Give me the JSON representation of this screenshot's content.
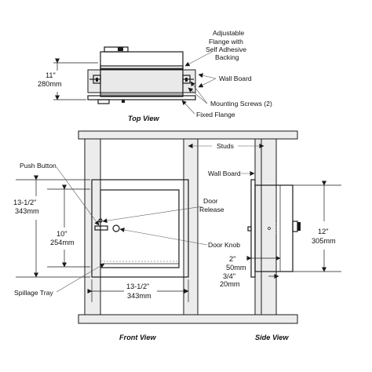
{
  "labels": {
    "adjustable_flange": [
      "Adjustable",
      "Flange with",
      "Self Adhesive",
      "Backing"
    ],
    "wall_board_top": "Wall Board",
    "mounting_screws": "Mounting Screws (2)",
    "fixed_flange": "Fixed Flange",
    "top_view": "Top View",
    "studs": "Studs",
    "wall_board_side": "Wall Board",
    "push_button": "Push Button",
    "door_release": [
      "Door",
      "Release"
    ],
    "door_knob": "Door Knob",
    "spillage_tray": "Spillage Tray",
    "front_view": "Front View",
    "side_view": "Side View"
  },
  "dimensions": {
    "top_depth": [
      "11\"",
      "280mm"
    ],
    "front_height_outer": [
      "13-1/2\"",
      "343mm"
    ],
    "front_height_inner": [
      "10\"",
      "254mm"
    ],
    "front_width": [
      "13-1/2\"",
      "343mm"
    ],
    "side_height": [
      "12\"",
      "305mm"
    ],
    "side_flange": [
      "2\"",
      "50mm"
    ],
    "side_lip": [
      "3/4\"",
      "20mm"
    ]
  }
}
